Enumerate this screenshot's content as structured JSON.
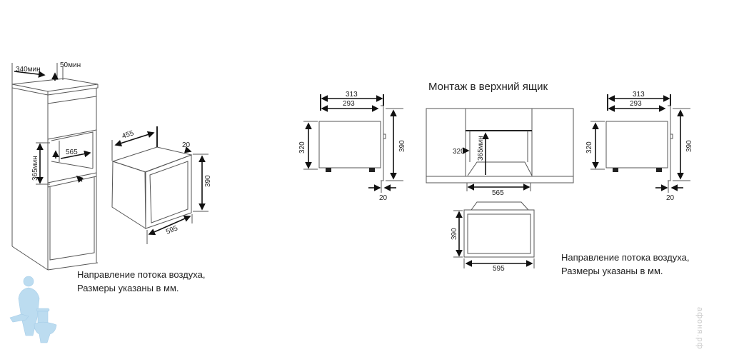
{
  "title": "Монтаж в верхний ящик",
  "caption_left": [
    "Направление потока воздуха,",
    "Размеры указаны в мм."
  ],
  "caption_right": [
    "Направление потока воздуха,",
    "Размеры указаны в мм."
  ],
  "watermark": "афоня.рф",
  "cabinet_dims": {
    "depth": "340мин",
    "gap": "50мин",
    "height": "365мин",
    "width": "565"
  },
  "oven_3d_dims": {
    "depth": "455",
    "door": "20",
    "height": "390",
    "width": "595"
  },
  "side_view_dims": {
    "depth_outer": "313",
    "depth_inner": "293",
    "body_height": "320",
    "height": "390",
    "door": "20"
  },
  "top_box_dims": {
    "body_height": "320",
    "height": "365мин",
    "width": "565"
  },
  "front_view_dims": {
    "height": "390",
    "width": "595"
  },
  "colors": {
    "line": "#555555",
    "dimension": "#111111",
    "logo": "#bcdcf0"
  }
}
